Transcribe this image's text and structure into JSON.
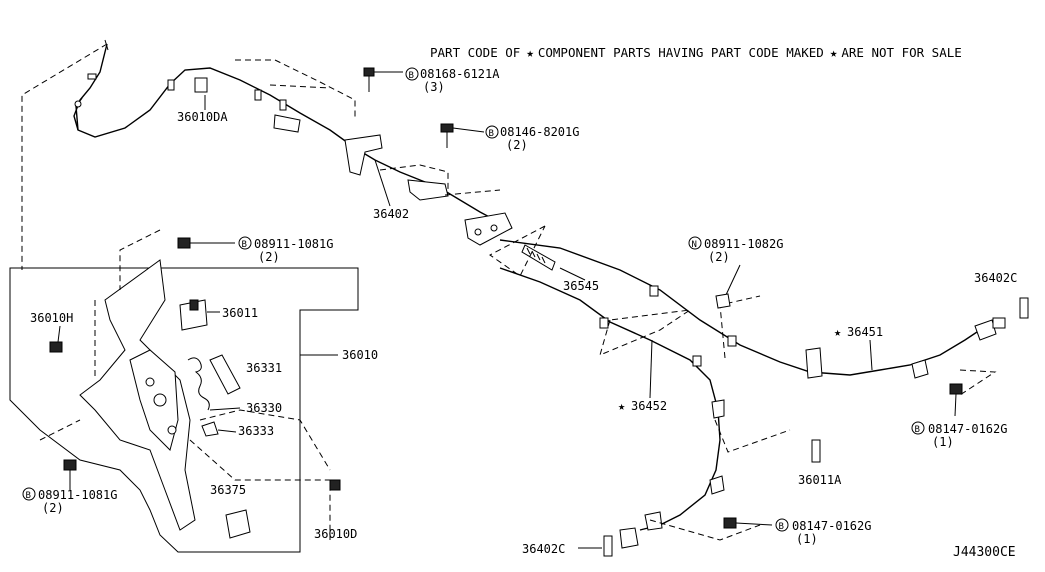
{
  "header_note": {
    "prefix": "PART CODE OF",
    "middle": "COMPONENT PARTS HAVING PART CODE MAKED",
    "suffix": "ARE NOT FOR SALE"
  },
  "diagram_code": "J44300CE",
  "labels": {
    "p36010DA": "36010DA",
    "p08168_6121A": "08168-6121A",
    "p08168_qty": "(3)",
    "p08146_8201G": "08146-8201G",
    "p08146_qty": "(2)",
    "p36402": "36402",
    "p08911_1081G_top": "08911-1081G",
    "p08911_top_qty": "(2)",
    "p36011": "36011",
    "p36010H": "36010H",
    "p36010": "36010",
    "p36331": "36331",
    "p36330": "36330",
    "p36333": "36333",
    "p36375": "36375",
    "p36010D": "36010D",
    "p08911_1081G_bot": "08911-1081G",
    "p08911_bot_qty": "(2)",
    "p36545": "36545",
    "p08911_1082G": "08911-1082G",
    "p08911_1082G_qty": "(2)",
    "p36402C_right": "36402C",
    "p36451": "36451",
    "p36452": "36452",
    "p08147_0162G_right": "08147-0162G",
    "p08147_right_qty": "(1)",
    "p36011A": "36011A",
    "p08147_0162G_bot": "08147-0162G",
    "p08147_bot_qty": "(1)",
    "p36402C_bot": "36402C"
  },
  "markers": {
    "bolt_B": "B",
    "nut_N": "N",
    "star": "★"
  }
}
